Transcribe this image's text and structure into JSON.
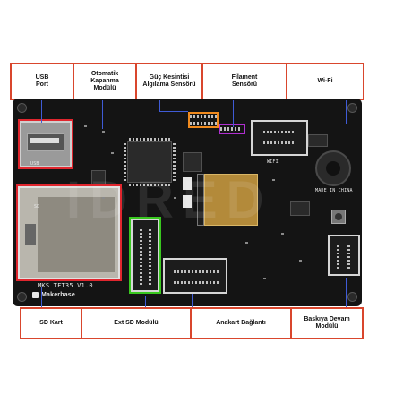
{
  "top_labels": [
    {
      "id": "usb",
      "text": "USB\nPort"
    },
    {
      "id": "auto-shutdown",
      "text": "Otomatik\nKapanma\nModülü"
    },
    {
      "id": "power-loss",
      "text": "Güç Kesintisi\nAlgılama Sensörü"
    },
    {
      "id": "filament",
      "text": "Filament\nSensörü"
    },
    {
      "id": "wifi",
      "text": "Wi-Fi"
    }
  ],
  "bottom_labels": [
    {
      "id": "sd-card",
      "text": "SD Kart"
    },
    {
      "id": "ext-sd",
      "text": "Ext SD Modülü"
    },
    {
      "id": "mainboard",
      "text": "Anakart Bağlantı"
    },
    {
      "id": "resume",
      "text": "Baskıya Devam\nModülü"
    }
  ],
  "board": {
    "model": "MKS TFT35 V1.0",
    "brand": "Makerbase",
    "wifi_label": "WIFI",
    "sd_label": "SD",
    "usb_label": "USB",
    "buzzer_text": "MADE IN CHINA",
    "watermark": "IDRED"
  },
  "colors": {
    "frame": "#d9462d",
    "highlight_red": "#e0262e",
    "highlight_green": "#39c81f",
    "highlight_orange": "#f08a1e",
    "highlight_purple": "#b02fd0",
    "highlight_blue": "#3f5bd6"
  }
}
